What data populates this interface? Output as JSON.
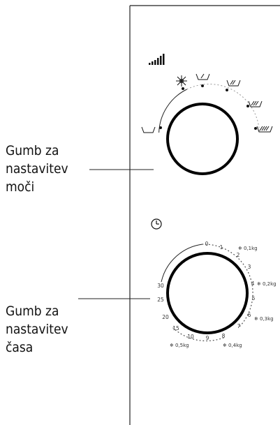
{
  "callouts": {
    "power": [
      "Gumb za",
      "nastavitev",
      "moči"
    ],
    "time": [
      "Gumb za",
      "nastavitev",
      "časa"
    ]
  },
  "power_knob": {
    "indicator_icon": "signal-bars-icon",
    "level_icons": [
      "bowl-empty-icon",
      "snowflake-icon",
      "bowl-level-1-icon",
      "bowl-level-2-icon",
      "bowl-level-3-icon",
      "bowl-level-4-icon"
    ]
  },
  "timer_knob": {
    "indicator_icon": "clock-icon",
    "minute_labels": [
      "0",
      "1",
      "2",
      "3",
      "4",
      "5",
      "6",
      "7",
      "8",
      "9",
      "10",
      "15",
      "20",
      "25",
      "30"
    ],
    "defrost_labels": [
      "0,1kg",
      "0,2kg",
      "0,3kg",
      "0,4kg",
      "0,5kg"
    ],
    "defrost_icon": "snowflake-icon"
  }
}
